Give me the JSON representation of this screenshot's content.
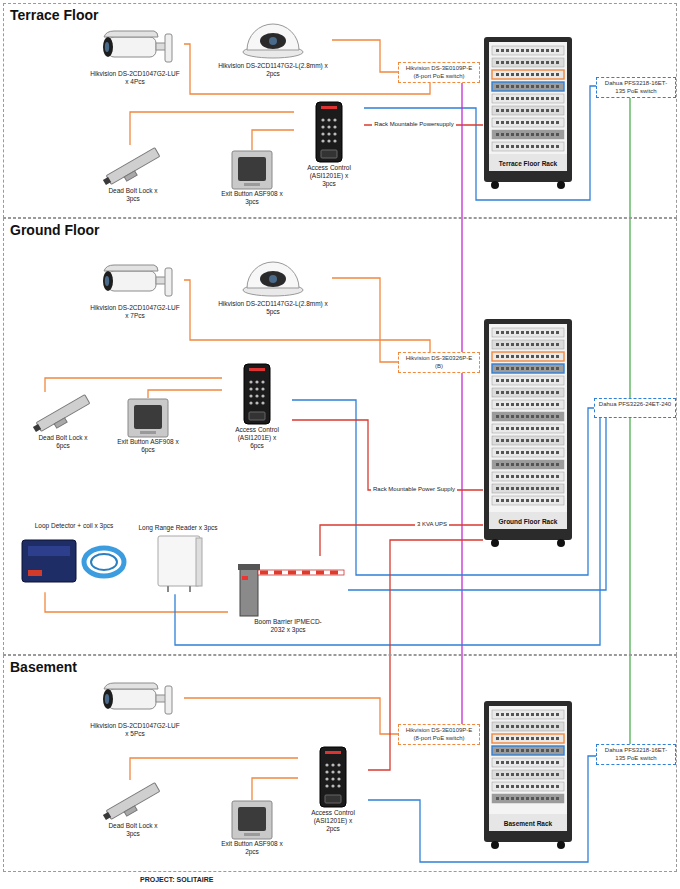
{
  "diagram": {
    "caption": "PROJECT: SOLITAIRE",
    "nodes": [
      {
        "text": [
          "Terrace Floor"
        ]
      },
      {
        "text": [
          "Hikvision DS-2CD1047G2-LUF x 4Pcs"
        ],
        "in": 0
      },
      {
        "text": [
          "Hikvision DS-2CD1147G2-L(2.8mm) x 2pcs"
        ],
        "in": 0
      },
      {
        "text": [
          "Terrace Floor Rack"
        ],
        "in": 0
      },
      {
        "text": [
          "Hikvision DS-3E0109P-E (8-port PoE switch)"
        ],
        "in": 0
      },
      {
        "text": [
          "Dahua PFS3218-16ET-135 PoE switch"
        ],
        "in": 0
      },
      {
        "text": [
          "Access Control (ASI1201E) x 3pcs"
        ],
        "in": 0
      },
      {
        "text": [
          "Dead Bolt Lock x 3pcs"
        ],
        "in": 0
      },
      {
        "text": [
          "Exit Button ASF908 x 3pcs"
        ],
        "in": 0
      },
      {
        "text": [
          "Ground Floor"
        ]
      },
      {
        "text": [
          "Hikvision DS-2CD1047G2-LUF x 7Pcs"
        ],
        "in": 9
      },
      {
        "text": [
          "Hikvision DS-2CD1147G2-L(2.8mm) x 5pcs"
        ],
        "in": 9
      },
      {
        "text": [
          "Ground Floor Rack"
        ],
        "in": 9
      },
      {
        "text": [
          "Hikvision DS-3E0326P-E (B)"
        ],
        "in": 9
      },
      {
        "text": [
          "Dahua PFS3226-24ET-240"
        ],
        "in": 9
      },
      {
        "text": [
          "Access Control (ASI1201E) x 6pcs"
        ],
        "in": 9
      },
      {
        "text": [
          "Dead Bolt Lock x 6pcs"
        ],
        "in": 9
      },
      {
        "text": [
          "Exit Button ASF908 x 6pcs"
        ],
        "in": 9
      },
      {
        "text": [
          "Loop Detector + coil x 3pcs"
        ],
        "in": 9
      },
      {
        "text": [
          "Long Range Reader x 3pcs"
        ],
        "in": 9
      },
      {
        "text": [
          "Boom Barrier IPMECD-2032 x 3pcs"
        ],
        "in": 9
      },
      {
        "text": [
          "Basement"
        ]
      },
      {
        "text": [
          "Hikvision DS-2CD1047G2-LUF x 5Pcs"
        ],
        "in": 21
      },
      {
        "text": [
          "Basement Rack"
        ],
        "in": 21
      },
      {
        "text": [
          "Hikvision DS-3E0109P-E (8-port PoE switch)"
        ],
        "in": 21
      },
      {
        "text": [
          "Dahua PFS3218-16ET-135 PoE switch"
        ],
        "in": 21
      },
      {
        "text": [
          "Access Control (ASI1201E) x 2pcs"
        ],
        "in": 21
      },
      {
        "text": [
          "Dead Bolt Lock x 3pcs"
        ],
        "in": 21
      },
      {
        "text": [
          "Exit Button ASF908 x 2pcs"
        ],
        "in": 21
      }
    ],
    "edges": [
      {
        "from": 1,
        "to": 4,
        "arrow": "none"
      },
      {
        "from": 2,
        "to": 4,
        "arrow": "none"
      },
      {
        "from": 7,
        "to": 6,
        "arrow": "none"
      },
      {
        "from": 8,
        "to": 6,
        "arrow": "none"
      },
      {
        "from": 6,
        "to": 5,
        "arrow": "none"
      },
      {
        "from": 6,
        "to": 3,
        "label": "Rack Mountable Powersupply",
        "arrow": "none"
      },
      {
        "from": 4,
        "to": 13,
        "arrow": "none"
      },
      {
        "from": 13,
        "to": 24,
        "arrow": "none"
      },
      {
        "from": 5,
        "to": 14,
        "arrow": "none"
      },
      {
        "from": 14,
        "to": 25,
        "arrow": "none"
      },
      {
        "from": 10,
        "to": 13,
        "arrow": "none"
      },
      {
        "from": 11,
        "to": 13,
        "arrow": "none"
      },
      {
        "from": 16,
        "to": 15,
        "arrow": "none"
      },
      {
        "from": 17,
        "to": 15,
        "arrow": "none"
      },
      {
        "from": 15,
        "to": 14,
        "arrow": "none"
      },
      {
        "from": 15,
        "to": 12,
        "label": "Rack Mountable Power Supply",
        "arrow": "none"
      },
      {
        "from": 18,
        "to": 20,
        "arrow": "none"
      },
      {
        "from": 19,
        "to": 14,
        "arrow": "none"
      },
      {
        "from": 20,
        "to": 14,
        "arrow": "none"
      },
      {
        "from": 20,
        "to": 12,
        "label": "3 KVA UPS",
        "arrow": "none"
      },
      {
        "from": 22,
        "to": 24,
        "arrow": "none"
      },
      {
        "from": 27,
        "to": 26,
        "arrow": "none"
      },
      {
        "from": 28,
        "to": 26,
        "arrow": "none"
      },
      {
        "from": 26,
        "to": 25,
        "arrow": "none"
      },
      {
        "from": 26,
        "to": 12,
        "arrow": "none"
      }
    ]
  }
}
